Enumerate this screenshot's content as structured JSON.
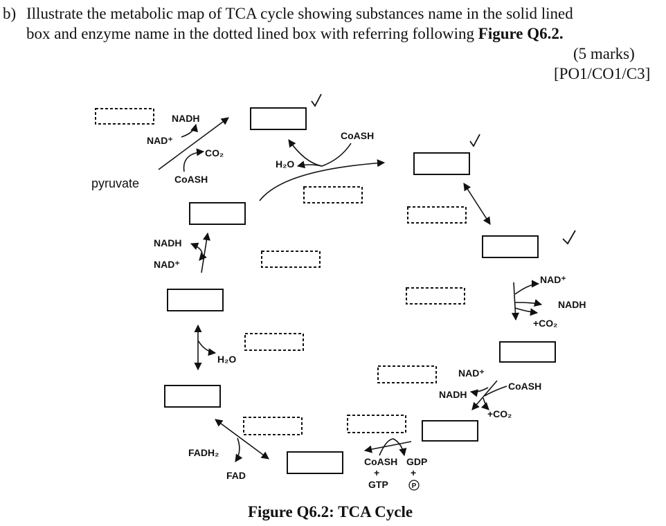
{
  "question": {
    "prefix": "b)",
    "line1": "Illustrate the metabolic map of TCA cycle showing substances name in the solid lined",
    "line2_text": "box and enzyme name in the dotted lined box with referring following",
    "line2_bold": "Figure Q6.2.",
    "marks": "(5 marks)",
    "po": "[PO1/CO1/C3]"
  },
  "diagram": {
    "caption": "Figure Q6.2: TCA Cycle",
    "labels": {
      "nadh_top": "NADH",
      "nad_top": "NAD⁺",
      "co2_top": "CO₂",
      "pyruvate": "pyruvate",
      "coash_top": "CoASH",
      "coash_center": "CoASH",
      "h2o_center": "H₂O",
      "nadh_left": "NADH",
      "nad_left": "NAD⁺",
      "h2o_left": "H₂O",
      "fadh2": "FADH₂",
      "fad": "FAD",
      "coash_bottom": "CoASH",
      "plus1": "+",
      "gtp": "GTP",
      "gdp": "GDP",
      "plus2": "+",
      "pi": "P",
      "nad_right": "NAD⁺",
      "nadh_right": "NADH",
      "co2_right": "+CO₂",
      "nad_lower": "NAD⁺",
      "nadh_lower": "NADH",
      "coash_lower": "CoASH",
      "co2_lower": "+CO₂"
    }
  }
}
